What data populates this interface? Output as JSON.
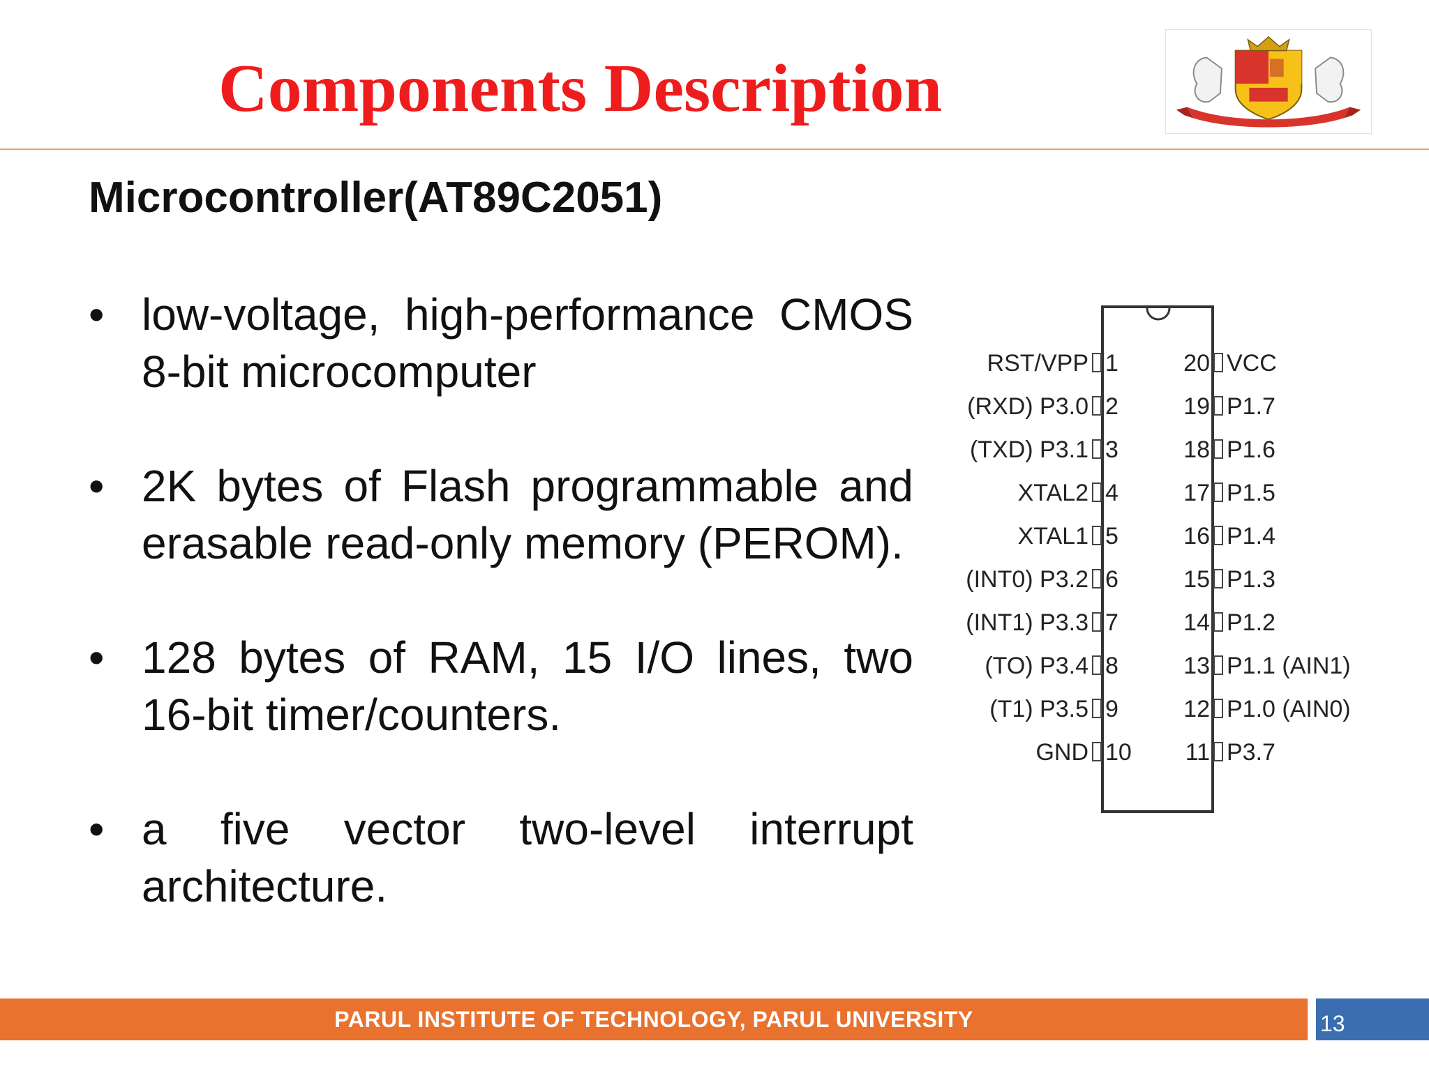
{
  "slide": {
    "title": "Components Description",
    "subtitle": "Microcontroller(AT89C2051)",
    "bullets": [
      "low-voltage, high-performance CMOS 8-bit microcomputer",
      "2K bytes of Flash programmable and erasable read-only memory (PEROM).",
      "128 bytes of RAM, 15 I/O lines, two 16-bit timer/counters.",
      "a five vector two-level interrupt architecture."
    ],
    "bullet_symbol": "•",
    "footer": "PARUL INSTITUTE OF TECHNOLOGY, PARUL UNIVERSITY",
    "page_number": "13"
  },
  "chip": {
    "left_pins": [
      {
        "num": "1",
        "label": "RST/VPP"
      },
      {
        "num": "2",
        "label": "(RXD) P3.0"
      },
      {
        "num": "3",
        "label": "(TXD) P3.1"
      },
      {
        "num": "4",
        "label": "XTAL2"
      },
      {
        "num": "5",
        "label": "XTAL1"
      },
      {
        "num": "6",
        "label": "(INT0) P3.2"
      },
      {
        "num": "7",
        "label": "(INT1) P3.3"
      },
      {
        "num": "8",
        "label": "(TO) P3.4"
      },
      {
        "num": "9",
        "label": "(T1) P3.5"
      },
      {
        "num": "10",
        "label": "GND"
      }
    ],
    "right_pins": [
      {
        "num": "20",
        "label": "VCC"
      },
      {
        "num": "19",
        "label": "P1.7"
      },
      {
        "num": "18",
        "label": "P1.6"
      },
      {
        "num": "17",
        "label": "P1.5"
      },
      {
        "num": "16",
        "label": "P1.4"
      },
      {
        "num": "15",
        "label": "P1.3"
      },
      {
        "num": "14",
        "label": "P1.2"
      },
      {
        "num": "13",
        "label": "P1.1 (AIN1)"
      },
      {
        "num": "12",
        "label": "P1.0 (AIN0)"
      },
      {
        "num": "11",
        "label": "P3.7"
      }
    ]
  },
  "colors": {
    "title": "#ee1c1c",
    "footer_bar": "#e8722e",
    "page_box": "#3a6eb0",
    "header_rule": "#e8a060"
  },
  "icons": {
    "logo": "parul-university-crest-icon"
  }
}
